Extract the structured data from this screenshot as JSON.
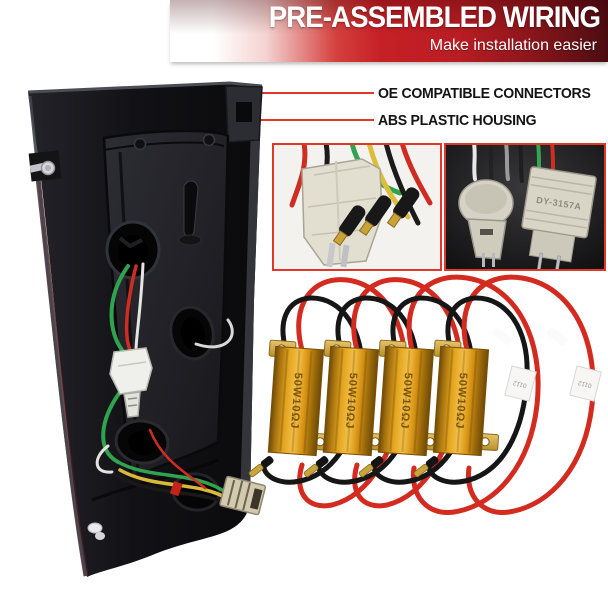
{
  "banner": {
    "title": "PRE-ASSEMBLED WIRING",
    "subtitle": "Make installation easier",
    "bright_red": "#c62026",
    "dark_red": "#4a0d12"
  },
  "callouts": {
    "connector_label": "OE COMPATIBLE CONNECTORS",
    "housing_label": "ABS PLASTIC HOUSING",
    "line_color": "#e0392c"
  },
  "insets": {
    "socket_marking": "DY-3157A"
  },
  "resistors": {
    "marking": "50W10ΩJ",
    "count": "4",
    "tag": "0112",
    "body_color": "#cf8c1a"
  }
}
